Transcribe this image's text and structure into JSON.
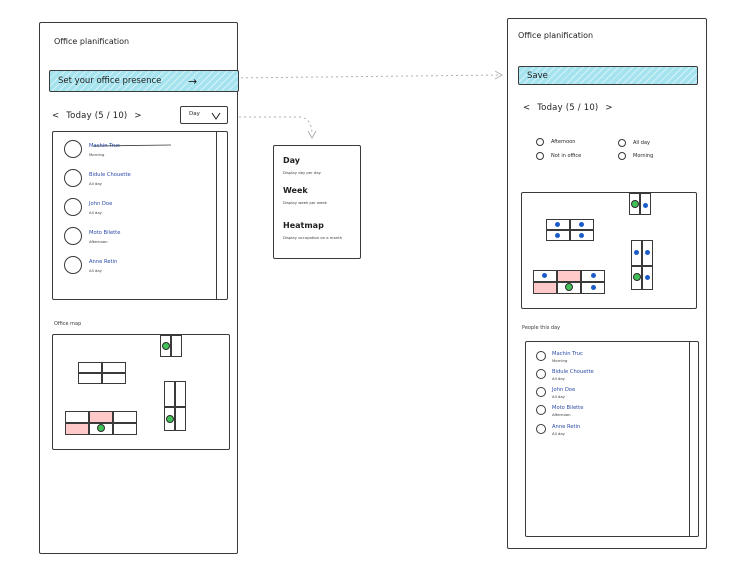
{
  "left_screen": {
    "title": "Office planification",
    "presence_button": "Set your office presence",
    "presence_arrow": "→",
    "date_nav": {
      "prev": "<",
      "label": "Today (5 / 10)",
      "next": ">"
    },
    "view_select": {
      "value": "Day",
      "icon": "chevron-down-icon"
    },
    "people": [
      {
        "name": "Machin Truc",
        "status": "Morning"
      },
      {
        "name": "Bidule Chouette",
        "status": "All day"
      },
      {
        "name": "John Doe",
        "status": "All day"
      },
      {
        "name": "Moto Bilette",
        "status": "Afternoon"
      },
      {
        "name": "Anne Retin",
        "status": "All day"
      }
    ],
    "map_label": "Office map"
  },
  "dropdown_menu": {
    "items": [
      {
        "title": "Day",
        "desc": "Display day per day"
      },
      {
        "title": "Week",
        "desc": "Display week per week"
      },
      {
        "title": "Heatmap",
        "desc": "Display occupation on a month"
      }
    ]
  },
  "right_screen": {
    "title": "Office planification",
    "save_button": "Save",
    "date_nav": {
      "prev": "<",
      "label": "Today (5 / 10)",
      "next": ">"
    },
    "options": [
      "Afternoon",
      "All day",
      "Not in office",
      "Morning"
    ],
    "people_label": "People this day",
    "people": [
      {
        "name": "Machin Truc",
        "status": "Morning"
      },
      {
        "name": "Bidule Chouette",
        "status": "All day"
      },
      {
        "name": "John Doe",
        "status": "All day"
      },
      {
        "name": "Moto Bilette",
        "status": "Afternoon"
      },
      {
        "name": "Anne Retin",
        "status": "All day"
      }
    ]
  },
  "colors": {
    "accent": "#a5e3ee",
    "name_text": "#2b4aa8",
    "occupied_desk": "#ffc9c9",
    "presence_dot": "#40c057",
    "seat_dot": "#1c5cc7"
  }
}
